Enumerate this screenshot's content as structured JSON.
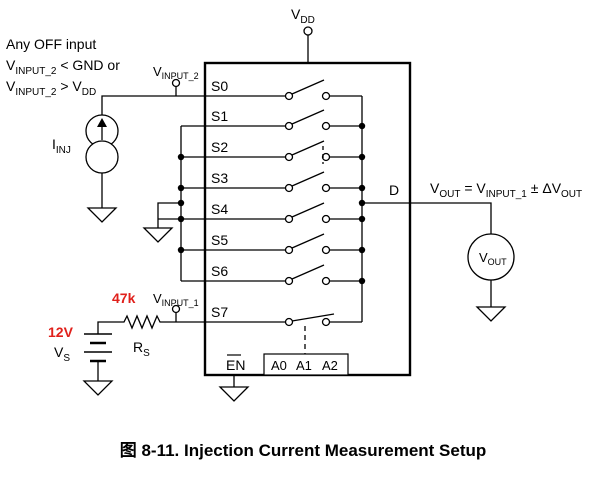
{
  "labels": {
    "vdd": "V",
    "vdd_sub": "DD",
    "any_off": "Any OFF input",
    "cond1_a": "V",
    "cond1_sub": "INPUT_2",
    "cond1_b": " < GND or",
    "cond2_a": "V",
    "cond2_sub": "INPUT_2",
    "cond2_b": " > V",
    "cond2_sub2": "DD",
    "vin2": "V",
    "vin2_sub": "INPUT_2",
    "iinj": "I",
    "iinj_sub": "INJ",
    "vin1": "V",
    "vin1_sub": "INPUT_1",
    "resistor_value": "47k",
    "rs": "R",
    "rs_sub": "S",
    "source_value": "12V",
    "vs": "V",
    "vs_sub": "S",
    "d_pin": "D",
    "vout_eq_a": "V",
    "vout_eq_sub1": "OUT",
    "vout_eq_b": " = V",
    "vout_eq_sub2": "INPUT_1",
    "vout_eq_c": " ± ΔV",
    "vout_eq_sub3": "OUT",
    "meter": "V",
    "meter_sub": "OUT",
    "en": "EN",
    "a0": "A0",
    "a1": "A1",
    "a2": "A2",
    "caption": "图 8-11. Injection Current Measurement Setup"
  },
  "switches": [
    "S0",
    "S1",
    "S2",
    "S3",
    "S4",
    "S5",
    "S6",
    "S7"
  ]
}
